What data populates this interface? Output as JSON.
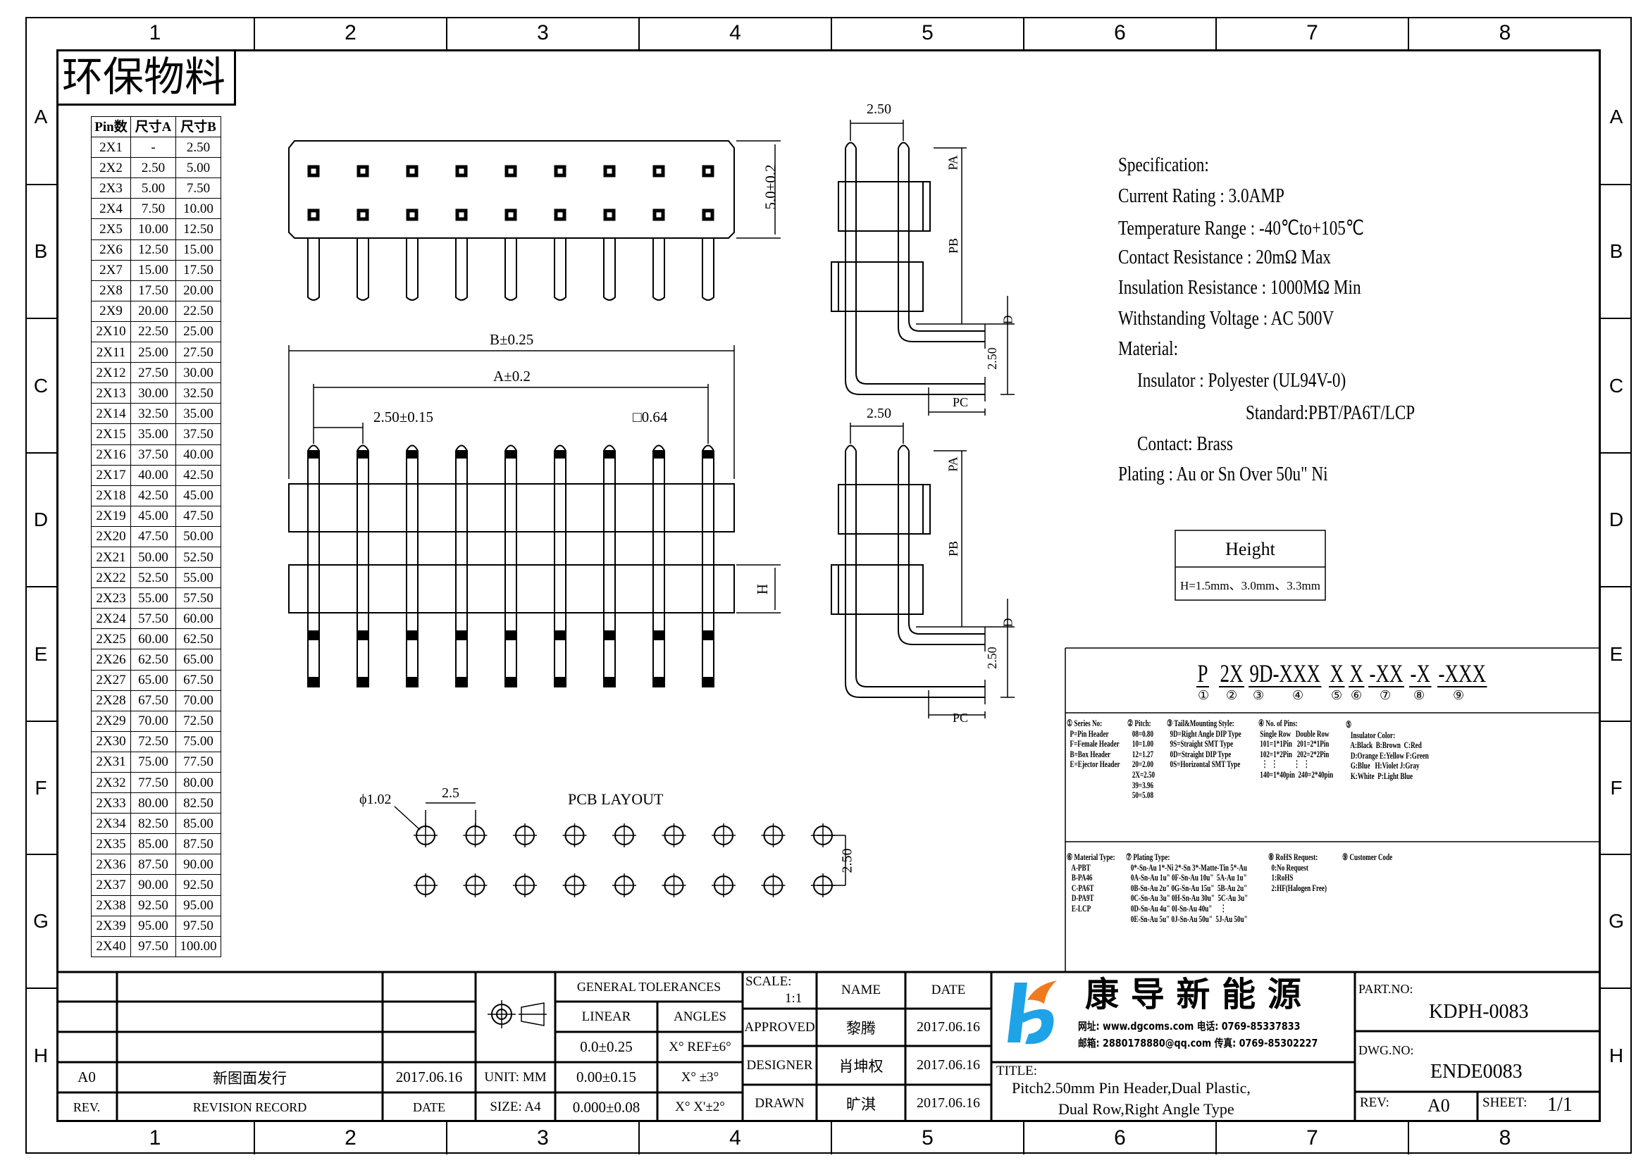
{
  "frame": {
    "columns": [
      "1",
      "2",
      "3",
      "4",
      "5",
      "6",
      "7",
      "8"
    ],
    "rows": [
      "A",
      "B",
      "C",
      "D",
      "E",
      "F",
      "G",
      "H"
    ]
  },
  "eco_label": "环保物料",
  "pin_table": {
    "headers": [
      "Pin数",
      "尺寸A",
      "尺寸B"
    ],
    "rows": [
      [
        "2X1",
        "-",
        "2.50"
      ],
      [
        "2X2",
        "2.50",
        "5.00"
      ],
      [
        "2X3",
        "5.00",
        "7.50"
      ],
      [
        "2X4",
        "7.50",
        "10.00"
      ],
      [
        "2X5",
        "10.00",
        "12.50"
      ],
      [
        "2X6",
        "12.50",
        "15.00"
      ],
      [
        "2X7",
        "15.00",
        "17.50"
      ],
      [
        "2X8",
        "17.50",
        "20.00"
      ],
      [
        "2X9",
        "20.00",
        "22.50"
      ],
      [
        "2X10",
        "22.50",
        "25.00"
      ],
      [
        "2X11",
        "25.00",
        "27.50"
      ],
      [
        "2X12",
        "27.50",
        "30.00"
      ],
      [
        "2X13",
        "30.00",
        "32.50"
      ],
      [
        "2X14",
        "32.50",
        "35.00"
      ],
      [
        "2X15",
        "35.00",
        "37.50"
      ],
      [
        "2X16",
        "37.50",
        "40.00"
      ],
      [
        "2X17",
        "40.00",
        "42.50"
      ],
      [
        "2X18",
        "42.50",
        "45.00"
      ],
      [
        "2X19",
        "45.00",
        "47.50"
      ],
      [
        "2X20",
        "47.50",
        "50.00"
      ],
      [
        "2X21",
        "50.00",
        "52.50"
      ],
      [
        "2X22",
        "52.50",
        "55.00"
      ],
      [
        "2X23",
        "55.00",
        "57.50"
      ],
      [
        "2X24",
        "57.50",
        "60.00"
      ],
      [
        "2X25",
        "60.00",
        "62.50"
      ],
      [
        "2X26",
        "62.50",
        "65.00"
      ],
      [
        "2X27",
        "65.00",
        "67.50"
      ],
      [
        "2X28",
        "67.50",
        "70.00"
      ],
      [
        "2X29",
        "70.00",
        "72.50"
      ],
      [
        "2X30",
        "72.50",
        "75.00"
      ],
      [
        "2X31",
        "75.00",
        "77.50"
      ],
      [
        "2X32",
        "77.50",
        "80.00"
      ],
      [
        "2X33",
        "80.00",
        "82.50"
      ],
      [
        "2X34",
        "82.50",
        "85.00"
      ],
      [
        "2X35",
        "85.00",
        "87.50"
      ],
      [
        "2X36",
        "87.50",
        "90.00"
      ],
      [
        "2X37",
        "90.00",
        "92.50"
      ],
      [
        "2X38",
        "92.50",
        "95.00"
      ],
      [
        "2X39",
        "95.00",
        "97.50"
      ],
      [
        "2X40",
        "97.50",
        "100.00"
      ]
    ]
  },
  "dims": {
    "height_top": "5.0±0.2",
    "b": "B±0.25",
    "a": "A±0.2",
    "pitch": "2.50±0.15",
    "pin_sq": "□0.64",
    "h": "H",
    "side_pitch": "2.50",
    "pa": "PA",
    "pb": "PB",
    "pc": "PC",
    "d": "D",
    "side_v": "2.50",
    "hole": "ϕ1.02",
    "pcb_pitch": "2.5",
    "pcb_row": "2.50",
    "pcb_title": "PCB LAYOUT"
  },
  "spec": [
    "Specification:",
    "Current Rating : 3.0AMP",
    "Temperature Range : -40℃to+105℃",
    "Contact Resistance : 20mΩ Max",
    "Insulation Resistance : 1000MΩ Min",
    "Withstanding Voltage : AC 500V",
    "Material:",
    "Insulator : Polyester (UL94V-0)",
    "Standard:PBT/PA6T/LCP",
    "Contact: Brass",
    "Plating : Au or Sn Over 50u\" Ni"
  ],
  "height_box": {
    "title": "Height",
    "value": "H=1.5mm、3.0mm、3.3mm"
  },
  "part_code": {
    "segments": [
      "P",
      "2X",
      "9D-XXX",
      "X",
      "X",
      "-XX",
      "-X",
      "-XXX"
    ],
    "numbers": [
      "①",
      "②",
      "③",
      "④",
      "⑤",
      "⑥",
      "⑦",
      "⑧",
      "⑨"
    ]
  },
  "legend": {
    "series": "① Series No:\n  P=Pin Header\n  F=Female Header\n  B=Box Header\n  E=Ejector Header",
    "pitch": "② Pitch:\n   08=0.80\n   10=1.00\n   12=1.27\n   20=2.00\n   2X=2.50\n   39=3.96\n   50=5.08",
    "tail": "③ Tail&Mounting Style:\n  9D=Right Angle DIP Type\n  9S=Straight SMT Type\n  0D=Straight DIP Type\n  0S=Horizontal SMT Type",
    "pins": "④ No. of Pins:\n Single Row   Double Row\n 101=1*1Pin   201=2*1Pin\n 102=1*2Pin   202=2*2Pin\n  ⋮  ⋮          ⋮  ⋮\n 140=1*40pin  240=2*40pin",
    "color": "⑤\n   Insulator Color:\n   A:Black  B:Brown  C:Red\n   D:Orange E:Yellow F:Green\n   G:Blue   H:Violet J:Gray\n   K:White  P:Light Blue",
    "material": "⑥ Material Type:\n   A-PBT\n   B-PA46\n   C-PA6T\n   D-PA9T\n   E-LCP",
    "plating": "⑦ Plating Type:\n   0*-Sn-Au 1*-Ni 2*-Sn 3*-Matte-Tin 5*-Au\n   0A-Sn-Au 1u\" 0F-Sn-Au 10u\"  5A-Au 1u\"\n   0B-Sn-Au 2u\" 0G-Sn-Au 15u\"  5B-Au 2u\"\n   0C-Sn-Au 3u\" 0H-Sn-Au 30u\"  5C-Au 3u\"\n   0D-Sn-Au 4u\" 0I-Sn-Au 40u\"     ⋮\n   0E-Sn-Au 5u\" 0J-Sn-Au 50u\"  5J-Au 50u\"",
    "rohs": "⑧ RoHS Request:\n  0:No Request\n  1:RoHS\n  2:HF(Halogen Free)",
    "customer": "⑨ Customer Code"
  },
  "title_block": {
    "revision": {
      "rev": "A0",
      "record": "新图面发行",
      "date": "2017.06.16",
      "rev_label": "REV.",
      "record_label": "REVISION RECORD",
      "date_label": "DATE"
    },
    "unit": "UNIT: MM",
    "size": "SIZE: A4",
    "tol_title": "GENERAL TOLERANCES",
    "linear": "LINEAR",
    "angles": "ANGLES",
    "tol": [
      [
        "0.0±0.25",
        "X° REF±6°"
      ],
      [
        "0.00±0.15",
        "X° ±3°"
      ],
      [
        "0.000±0.08",
        "X° X'±2°"
      ]
    ],
    "scale_label": "SCALE:",
    "scale": "1:1",
    "name_label": "NAME",
    "date_label": "DATE",
    "people": [
      [
        "APPROVED",
        "黎腾",
        "2017.06.16"
      ],
      [
        "DESIGNER",
        "肖坤权",
        "2017.06.16"
      ],
      [
        "DRAWN",
        "旷淇",
        "2017.06.16"
      ]
    ],
    "company": "康 导 新 能 源",
    "contact1": "网址: www.dgcoms.com  电话: 0769-85337833",
    "contact2": "邮箱: 2880178880@qq.com 传真: 0769-85302227",
    "title_label": "TITLE:",
    "title1": "Pitch2.50mm Pin Header,Dual Plastic,",
    "title2": "Dual Row,Right Angle Type",
    "part_label": "PART.NO:",
    "part_no": "KDPH-0083",
    "dwg_label": "DWG.NO:",
    "dwg_no": "ENDE0083",
    "rev_label": "REV:",
    "rev": "A0",
    "sheet_label": "SHEET:",
    "sheet": "1/1"
  },
  "colors": {
    "logo_blue": "#1ea3e6",
    "logo_orange": "#f07a1e"
  }
}
